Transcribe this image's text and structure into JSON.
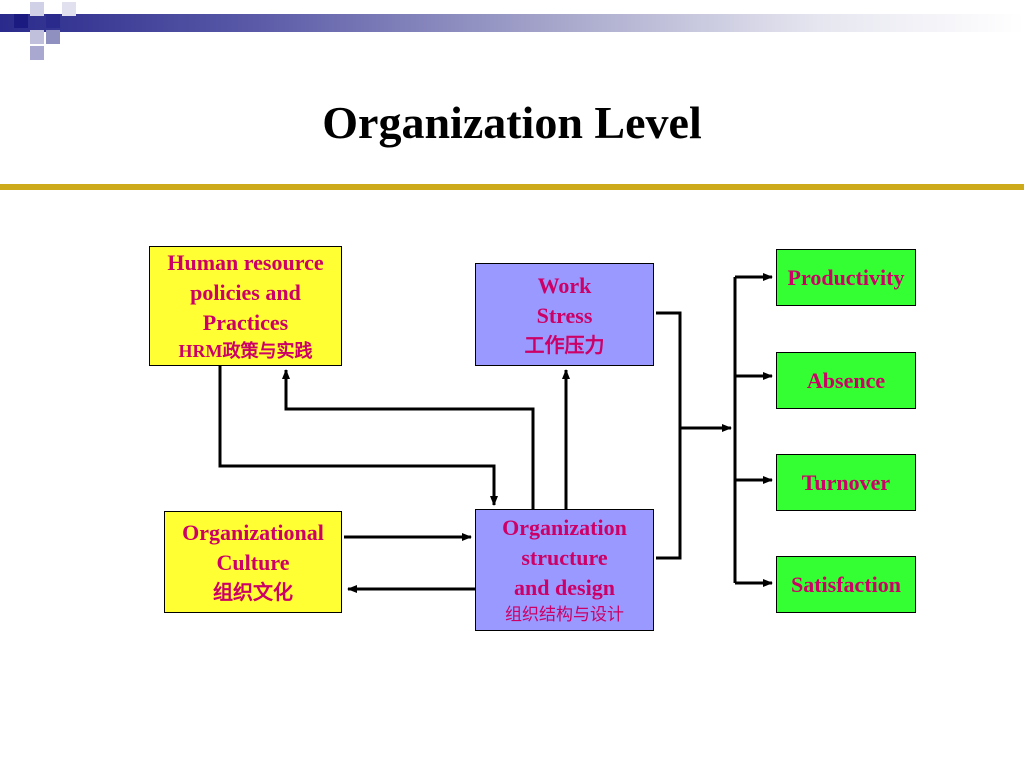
{
  "slide": {
    "title": "Organization Level"
  },
  "diagram": {
    "hrm": {
      "line1": "Human resource",
      "line2": "policies and",
      "line3": "Practices",
      "line4": "HRM政策与实践"
    },
    "stress": {
      "line1": "Work",
      "line2": "Stress",
      "line3": "工作压力"
    },
    "culture": {
      "line1": "Organizational",
      "line2": "Culture",
      "line3": "组织文化"
    },
    "org_structure": {
      "line1": "Organization",
      "line2": "structure",
      "line3": "and design",
      "line4": "组织结构与设计"
    },
    "outcomes": {
      "productivity": "Productivity",
      "absence": "Absence",
      "turnover": "Turnover",
      "satisfaction": "Satisfaction"
    }
  },
  "colors": {
    "text_accent": "#cc0066",
    "yellow_box": "#ffff33",
    "purple_box": "#9999ff",
    "green_box": "#33ff33",
    "rule": "#ccaa1a",
    "header_dark": "#2a2a8c"
  }
}
